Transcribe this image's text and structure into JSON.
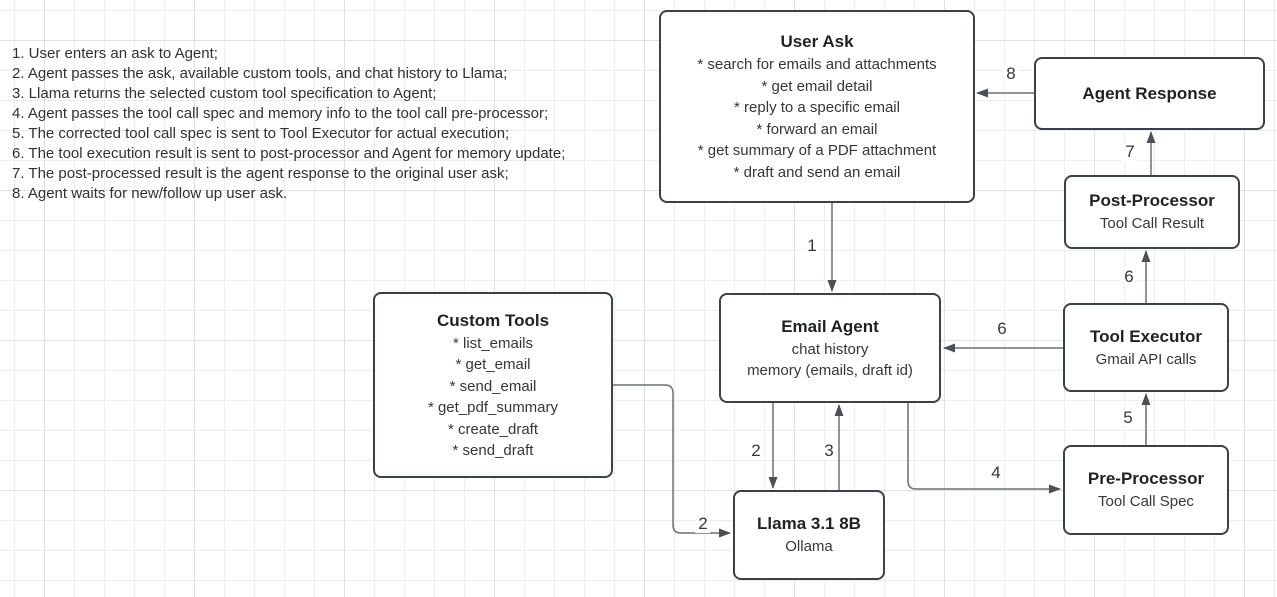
{
  "notes": {
    "lines": [
      "1. User enters an ask to Agent;",
      "2. Agent passes the ask, available custom tools, and chat history to Llama;",
      "3. Llama returns the selected custom tool specification to Agent;",
      "4. Agent passes the tool call spec and memory info to the tool call pre-processor;",
      "5. The corrected tool call spec is sent to Tool Executor for actual execution;",
      "6. The tool execution result is sent to post-processor and Agent for memory update;",
      "7. The post-processed result is the agent response to the original user ask;",
      "8. Agent waits for new/follow up user ask."
    ]
  },
  "nodes": {
    "user_ask": {
      "title": "User Ask",
      "items": [
        "* search for emails and attachments",
        "* get email detail",
        "* reply to a specific email",
        "* forward an email",
        "* get summary of a PDF attachment",
        "* draft and send an email"
      ]
    },
    "agent_response": {
      "title": "Agent Response"
    },
    "post_processor": {
      "title": "Post-Processor",
      "subtitle": "Tool Call Result"
    },
    "tool_executor": {
      "title": "Tool Executor",
      "subtitle": "Gmail API calls"
    },
    "pre_processor": {
      "title": "Pre-Processor",
      "subtitle": "Tool Call Spec"
    },
    "email_agent": {
      "title": "Email Agent",
      "line1": "chat history",
      "line2": "memory (emails, draft id)"
    },
    "custom_tools": {
      "title": "Custom Tools",
      "items": [
        "* list_emails",
        "* get_email",
        "* send_email",
        "* get_pdf_summary",
        "* create_draft",
        "* send_draft"
      ]
    },
    "llama": {
      "title": "Llama 3.1 8B",
      "subtitle": "Ollama"
    }
  },
  "edge_labels": {
    "step1_user_ask_to_agent": "1",
    "step2_agent_to_llama": "2",
    "step2_tools_to_llama": "2",
    "step3_llama_to_agent": "3",
    "step4_agent_to_preprocessor": "4",
    "step5_preprocessor_to_executor": "5",
    "step6_executor_to_postprocessor": "6",
    "step6_executor_to_agent": "6",
    "step7_postprocessor_to_response": "7",
    "step8_response_to_user_ask": "8"
  },
  "appearance": {
    "node_border_color": "#3b4148",
    "edge_color": "#6b7177",
    "arrowhead_color": "#4a5056",
    "grid_color": "#ededed"
  }
}
